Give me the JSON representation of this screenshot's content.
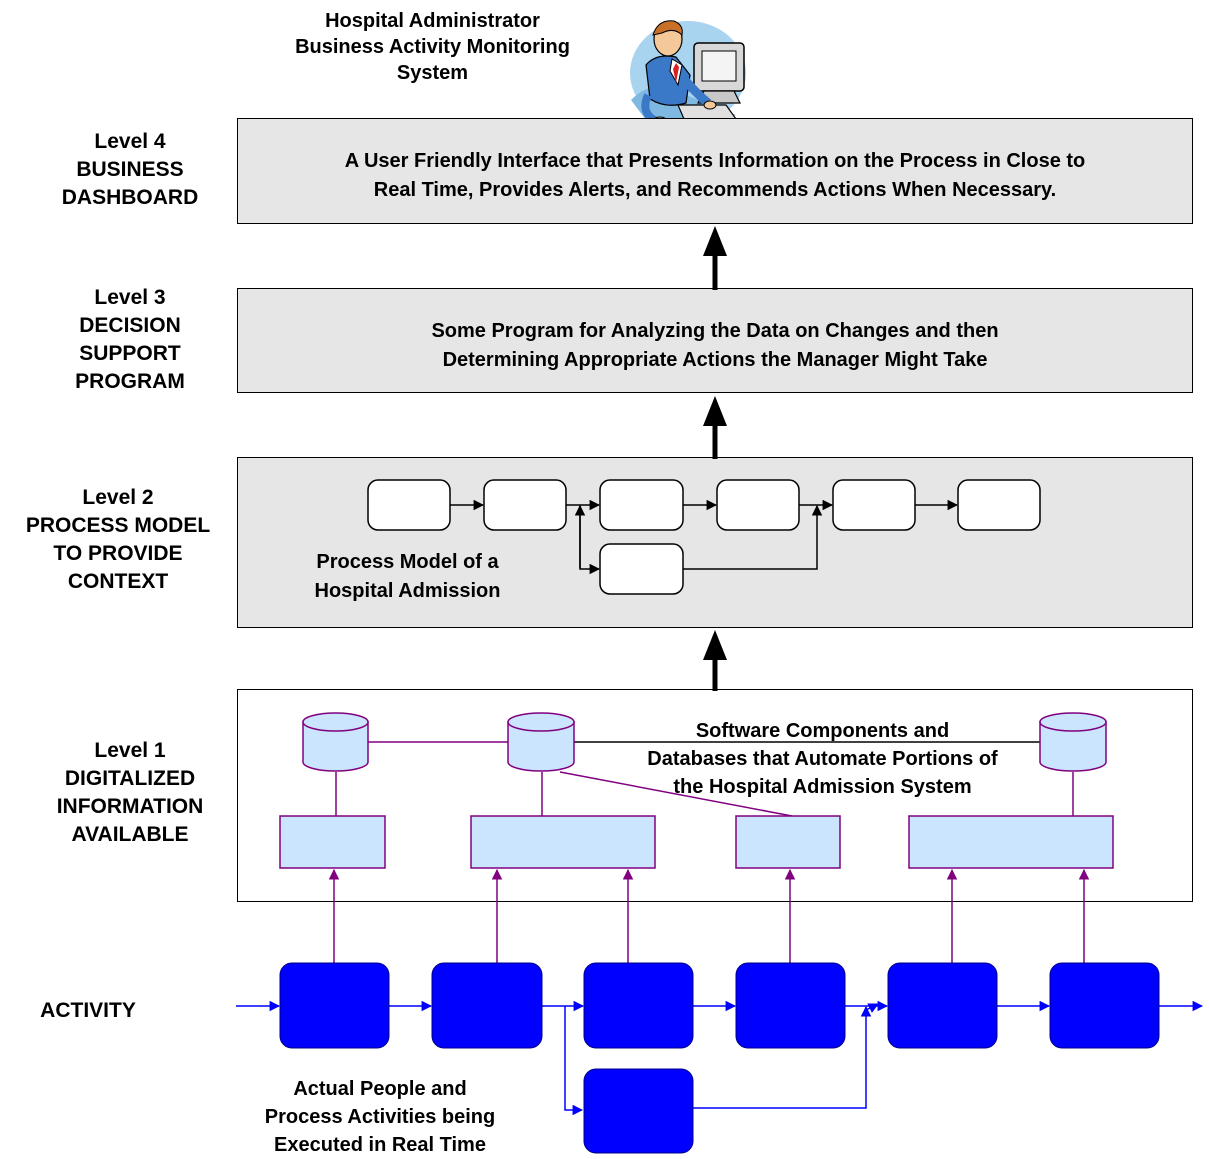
{
  "header": {
    "title": "Hospital Administrator\nBusiness Activity Monitoring\nSystem",
    "icon": "person-at-computer-icon"
  },
  "levels": {
    "level4": {
      "label": "Level 4\nBUSINESS\nDASHBOARD",
      "text": "A User Friendly Interface that Presents Information on the Process in Close to\nReal Time, Provides Alerts, and Recommends Actions When Necessary."
    },
    "level3": {
      "label": "Level 3\nDECISION\nSUPPORT\nPROGRAM",
      "text": "Some Program for Analyzing the Data on Changes and then\nDetermining Appropriate Actions the Manager Might Take"
    },
    "level2": {
      "label": "Level 2\nPROCESS MODEL\nTO PROVIDE\nCONTEXT",
      "text": "Process Model of a\nHospital Admission"
    },
    "level1": {
      "label": "Level 1\nDIGITALIZED\nINFORMATION\nAVAILABLE",
      "text": "Software Components and\nDatabases that Automate Portions of\nthe Hospital Admission System"
    },
    "activity": {
      "label": "ACTIVITY",
      "text": "Actual People and\nProcess Activities being\nExecuted in Real Time"
    }
  },
  "colors": {
    "panel_fill": "#e6e6e6",
    "component_fill": "#cce5ff",
    "component_stroke": "#800080",
    "activity_fill": "#0000ff",
    "flow_arrow": "#0000ff"
  }
}
